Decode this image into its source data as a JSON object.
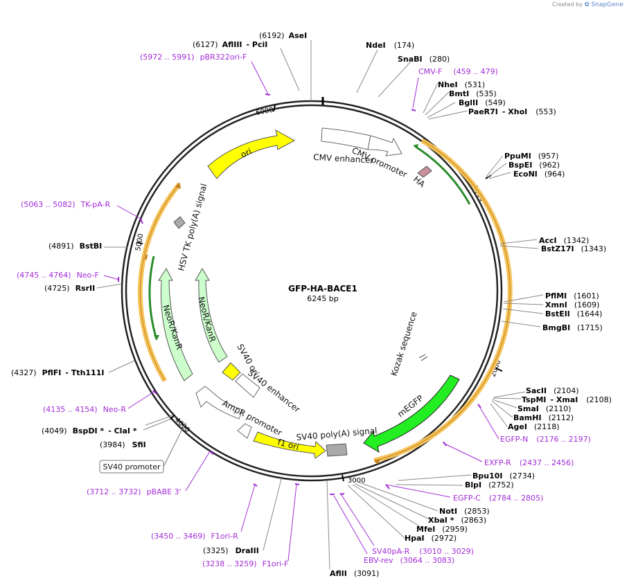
{
  "brand": {
    "created_by": "Created by",
    "logo": "SnapGene",
    "logo_icon": "snapgene-leaf-icon"
  },
  "plasmid": {
    "name": "GFP-HA-BACE1",
    "length_label": "6245 bp"
  },
  "ticks": [
    "1000",
    "2000",
    "3000",
    "4000",
    "5000",
    "6000"
  ],
  "enzymes": [
    {
      "name": "AseI",
      "pos": "(6192)"
    },
    {
      "name": "AflIII",
      "pos": "(6127)"
    },
    {
      "name": "- PciI",
      "pos": ""
    },
    {
      "name": "NdeI",
      "pos": "(174)"
    },
    {
      "name": "SnaBI",
      "pos": "(280)"
    },
    {
      "name": "NheI",
      "pos": "(531)"
    },
    {
      "name": "BmtI",
      "pos": "(535)"
    },
    {
      "name": "BglII",
      "pos": "(549)"
    },
    {
      "name": "PaeR7I",
      "pos": ""
    },
    {
      "name": "- XhoI",
      "pos": "(553)"
    },
    {
      "name": "PpuMI",
      "pos": "(957)"
    },
    {
      "name": "BspEI",
      "pos": "(962)"
    },
    {
      "name": "EcoNI",
      "pos": "(964)"
    },
    {
      "name": "AccI",
      "pos": "(1342)"
    },
    {
      "name": "BstZ17I",
      "pos": "(1343)"
    },
    {
      "name": "PflMI",
      "pos": "(1601)"
    },
    {
      "name": "XmnI",
      "pos": "(1609)"
    },
    {
      "name": "BstEII",
      "pos": "(1644)"
    },
    {
      "name": "BmgBI",
      "pos": "(1715)"
    },
    {
      "name": "SacII",
      "pos": "(2104)"
    },
    {
      "name": "TspMI",
      "pos": ""
    },
    {
      "name": "- XmaI",
      "pos": "(2108)"
    },
    {
      "name": "SmaI",
      "pos": "(2110)"
    },
    {
      "name": "BamHI",
      "pos": "(2112)"
    },
    {
      "name": "AgeI",
      "pos": "(2118)"
    },
    {
      "name": "Bpu10I",
      "pos": "(2734)"
    },
    {
      "name": "BlpI",
      "pos": "(2752)"
    },
    {
      "name": "NotI",
      "pos": "(2853)"
    },
    {
      "name": "XbaI *",
      "pos": "(2863)"
    },
    {
      "name": "MfeI",
      "pos": "(2959)"
    },
    {
      "name": "HpaI",
      "pos": "(2972)"
    },
    {
      "name": "AflII",
      "pos": "(3091)"
    },
    {
      "name": "DraIII",
      "pos": "(3325)"
    },
    {
      "name": "SfiI",
      "pos": "(3984)"
    },
    {
      "name": "BspDI *",
      "pos": "(4049)"
    },
    {
      "name": "- ClaI *",
      "pos": ""
    },
    {
      "name": "PflFI",
      "pos": "(4327)"
    },
    {
      "name": "- Tth111I",
      "pos": ""
    },
    {
      "name": "RsrII",
      "pos": "(4725)"
    },
    {
      "name": "BstBI",
      "pos": "(4891)"
    }
  ],
  "primers": [
    {
      "name": "pBR322ori-F",
      "range": "(5972 .. 5991)"
    },
    {
      "name": "CMV-F",
      "range": "(459 .. 479)"
    },
    {
      "name": "TK-pA-R",
      "range": "(5063 .. 5082)"
    },
    {
      "name": "Neo-F",
      "range": "(4745 .. 4764)"
    },
    {
      "name": "Neo-R",
      "range": "(4135 .. 4154)"
    },
    {
      "name": "EGFP-N",
      "range": "(2176 .. 2197)"
    },
    {
      "name": "EXFP-R",
      "range": "(2437 .. 2456)"
    },
    {
      "name": "EGFP-C",
      "range": "(2784 .. 2805)"
    },
    {
      "name": "pBABE 3'",
      "range": "(3712 .. 3732)"
    },
    {
      "name": "SV40pA-R",
      "range": "(3010 .. 3029)"
    },
    {
      "name": "EBV-rev",
      "range": "(3064 .. 3083)"
    },
    {
      "name": "F1ori-R",
      "range": "(3450 .. 3469)"
    },
    {
      "name": "F1ori-F",
      "range": "(3238 .. 3259)"
    }
  ],
  "features": {
    "ori": "ori",
    "cmv_enhancer": "CMV enhancer",
    "cmv_promoter": "CMV promoter",
    "ha": "HA",
    "kozak": "Kozak sequence",
    "megfp": "mEGFP",
    "sv40_polya": "SV40 poly(A) signal",
    "f1_ori": "f1 ori",
    "ampr_promoter": "AmpR promoter",
    "sv40_enhancer": "SV40 enhancer",
    "sv40_ori": "SV40 ori",
    "neor_inner": "NeoR/KanR",
    "neor_outer": "NeoR/KanR",
    "hsv_tk": "HSV TK poly(A) signal",
    "sv40_promoter_box": "SV40 promoter"
  },
  "colors": {
    "backbone": "#222222",
    "ori": "#ffff00",
    "egfp": "#22ee22",
    "neor": "#ccffcc",
    "orf_band": "#f6c35a",
    "primer": "#a12ad6",
    "ha": "#c9909a",
    "polya": "#a9a9a9"
  }
}
